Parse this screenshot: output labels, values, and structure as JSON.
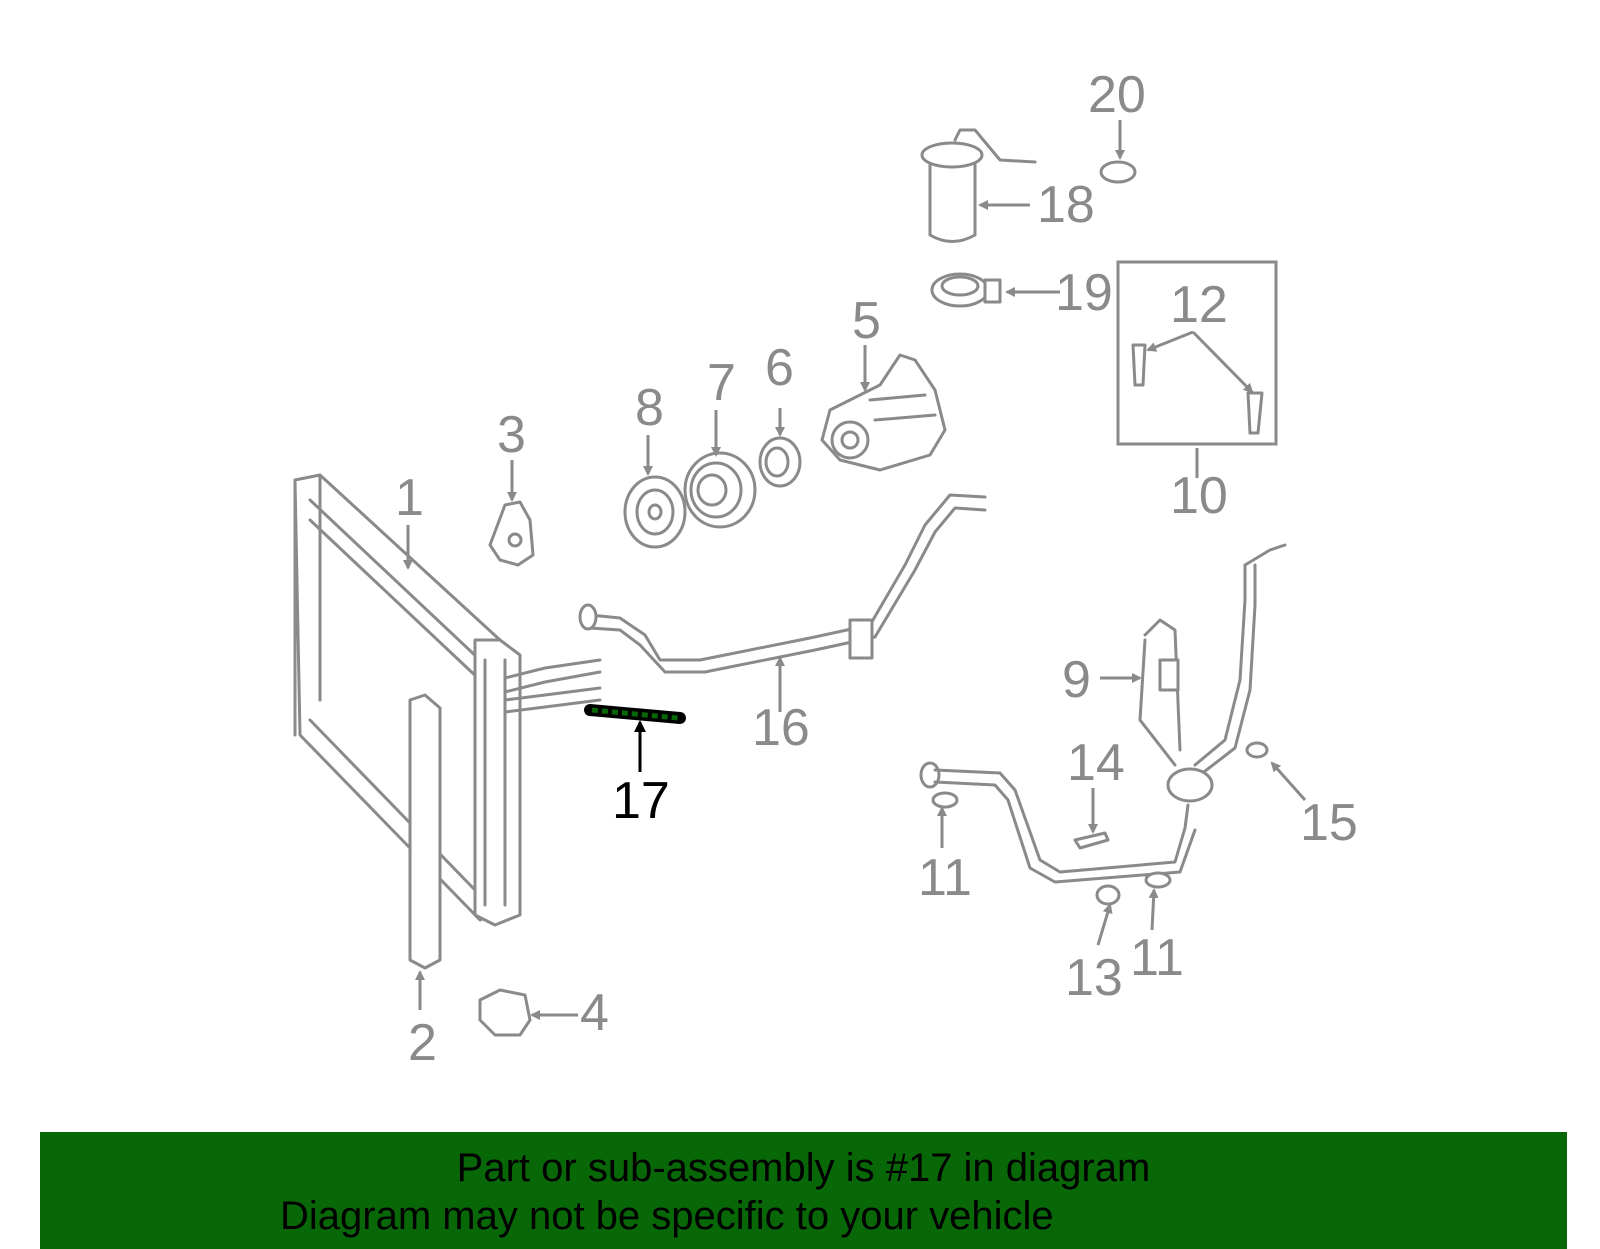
{
  "diagram": {
    "highlight_color": "#086808",
    "callouts": [
      "1",
      "2",
      "3",
      "4",
      "5",
      "6",
      "7",
      "8",
      "9",
      "10",
      "11",
      "11",
      "11",
      "12",
      "13",
      "14",
      "15",
      "16",
      "17",
      "18",
      "19",
      "20"
    ],
    "highlighted": "17"
  },
  "banner": {
    "line1": "Part or sub-assembly is #17 in diagram",
    "line2": "Diagram may not be specific to your vehicle",
    "background": "#086808"
  }
}
